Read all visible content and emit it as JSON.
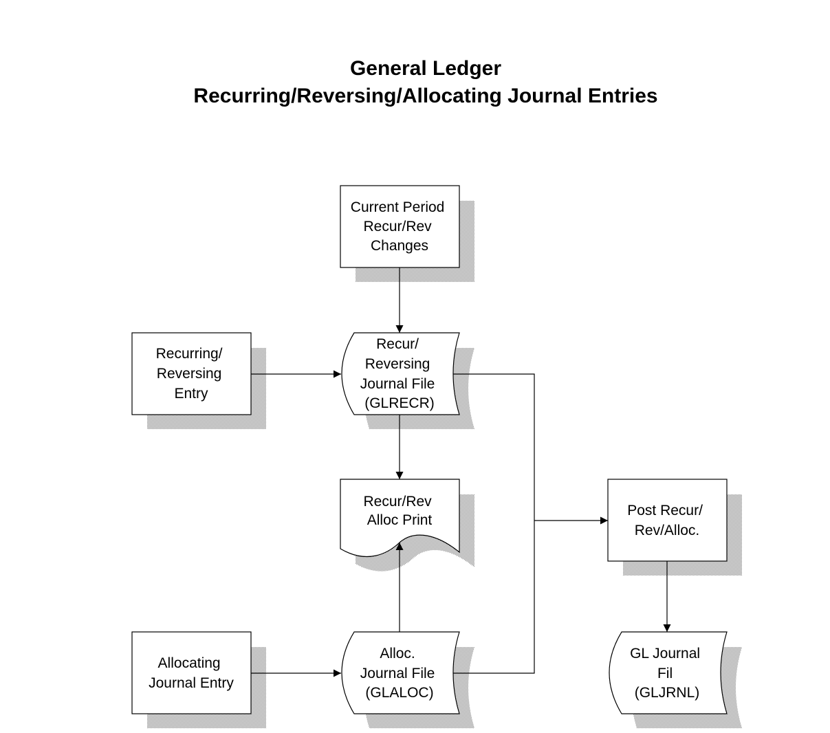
{
  "title": {
    "line1": "General Ledger",
    "line2": "Recurring/Reversing/Allocating Journal Entries"
  },
  "nodes": {
    "current_period": {
      "shape": "process",
      "lines": [
        "Current Period",
        "Recur/Rev",
        "Changes"
      ]
    },
    "recurring_entry": {
      "shape": "process",
      "lines": [
        "Recurring/",
        "Reversing",
        "Entry"
      ]
    },
    "recur_journal_file": {
      "shape": "stored-data",
      "lines": [
        "Recur/",
        "Reversing",
        "Journal File",
        "(GLRECR)"
      ]
    },
    "recur_print": {
      "shape": "document",
      "lines": [
        "Recur/Rev",
        "Alloc Print"
      ]
    },
    "post_recur": {
      "shape": "process",
      "lines": [
        "Post Recur/",
        "Rev/Alloc."
      ]
    },
    "allocating_entry": {
      "shape": "process",
      "lines": [
        "Allocating",
        "Journal Entry"
      ]
    },
    "alloc_journal_file": {
      "shape": "stored-data",
      "lines": [
        "Alloc.",
        "Journal File",
        "(GLALOC)"
      ]
    },
    "gl_journal_file": {
      "shape": "stored-data",
      "lines": [
        "GL Journal",
        "Fil",
        "(GLJRNL)"
      ]
    }
  },
  "edges": [
    {
      "from": "current_period",
      "to": "recur_journal_file"
    },
    {
      "from": "recurring_entry",
      "to": "recur_journal_file"
    },
    {
      "from": "recur_journal_file",
      "to": "recur_print"
    },
    {
      "from": "alloc_journal_file",
      "to": "recur_print"
    },
    {
      "from": "allocating_entry",
      "to": "alloc_journal_file"
    },
    {
      "from": "recur_journal_file",
      "to": "post_recur"
    },
    {
      "from": "alloc_journal_file",
      "to": "post_recur"
    },
    {
      "from": "post_recur",
      "to": "gl_journal_file"
    }
  ]
}
